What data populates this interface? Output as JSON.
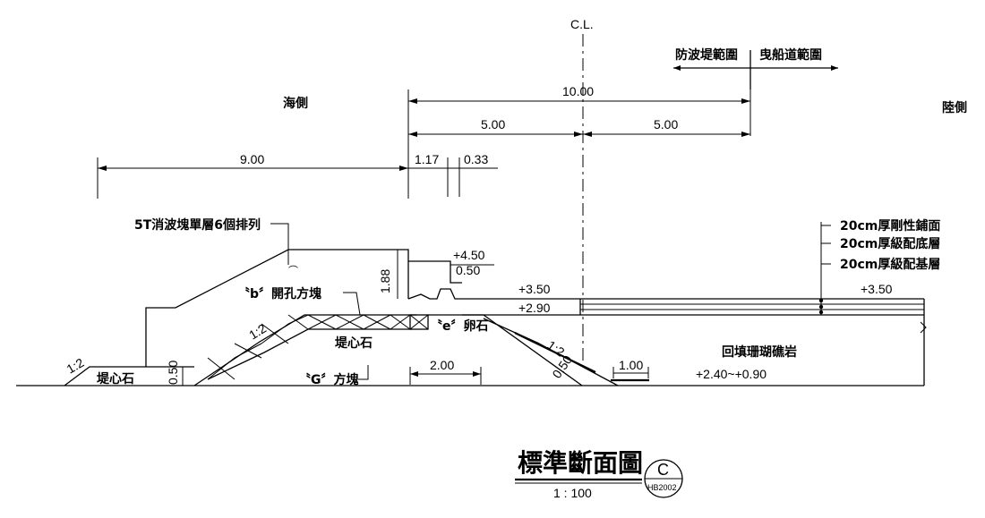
{
  "labels": {
    "center_line": "C.L.",
    "range_breakwater": "防波堤範圍",
    "range_slipway": "曳船道範圍",
    "sea_side": "海側",
    "land_side": "陸側",
    "armor_units": "5T消波塊單層6個排列",
    "pavement_1": "20cm厚剛性鋪面",
    "pavement_2": "20cm厚級配底層",
    "pavement_3": "20cm厚級配基層",
    "block_b": "〝b〞開孔方塊",
    "block_g": "〝G〞方塊",
    "stone_e": "〝e〞卵石",
    "core_stone": "堤心石",
    "core_stone_toe": "堤心石",
    "backfill": "回填珊瑚礁岩",
    "slope_left": "1:2",
    "slope_mid": "1:2",
    "slope_right": "1:2"
  },
  "dimensions": {
    "total": "10.00",
    "half_left": "5.00",
    "half_right": "5.00",
    "sea_side": "9.00",
    "d_117": "1.17",
    "d_033": "0.33",
    "height_188": "1.88",
    "width_050": "0.50",
    "toe_050": "0.50",
    "berm_200": "2.00",
    "berm_100": "1.00",
    "slope_050": "0.50"
  },
  "elevations": {
    "crest": "+4.50",
    "deck_left": "+3.50",
    "deck_right": "+3.50",
    "base": "+2.90",
    "backfill_range": "+2.40~+0.90"
  },
  "title_block": {
    "title": "標準斷面圖",
    "scale": "1 : 100",
    "section": "C",
    "drawing_no": "HB2002"
  }
}
